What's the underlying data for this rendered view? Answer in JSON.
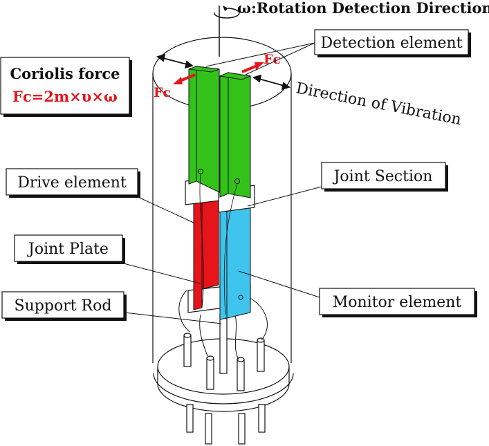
{
  "rotation_label": "ω:Rotation Detection Direction",
  "vibration_label": "Direction of Vibration",
  "coriolis": {
    "title": "Coriolis force",
    "formula": "Fc=2m×υ×ω"
  },
  "force_label": "Fc",
  "labels": {
    "detection_element": "Detection element",
    "drive_element": "Drive element",
    "joint_section": "Joint Section",
    "joint_plate": "Joint Plate",
    "monitor_element": "Monitor element",
    "support_rod": "Support Rod"
  },
  "colors": {
    "detection": "#33c21a",
    "drive": "#e8141b",
    "monitor": "#3fc4ee",
    "force": "#e8141b",
    "formula": "#e8141b"
  }
}
